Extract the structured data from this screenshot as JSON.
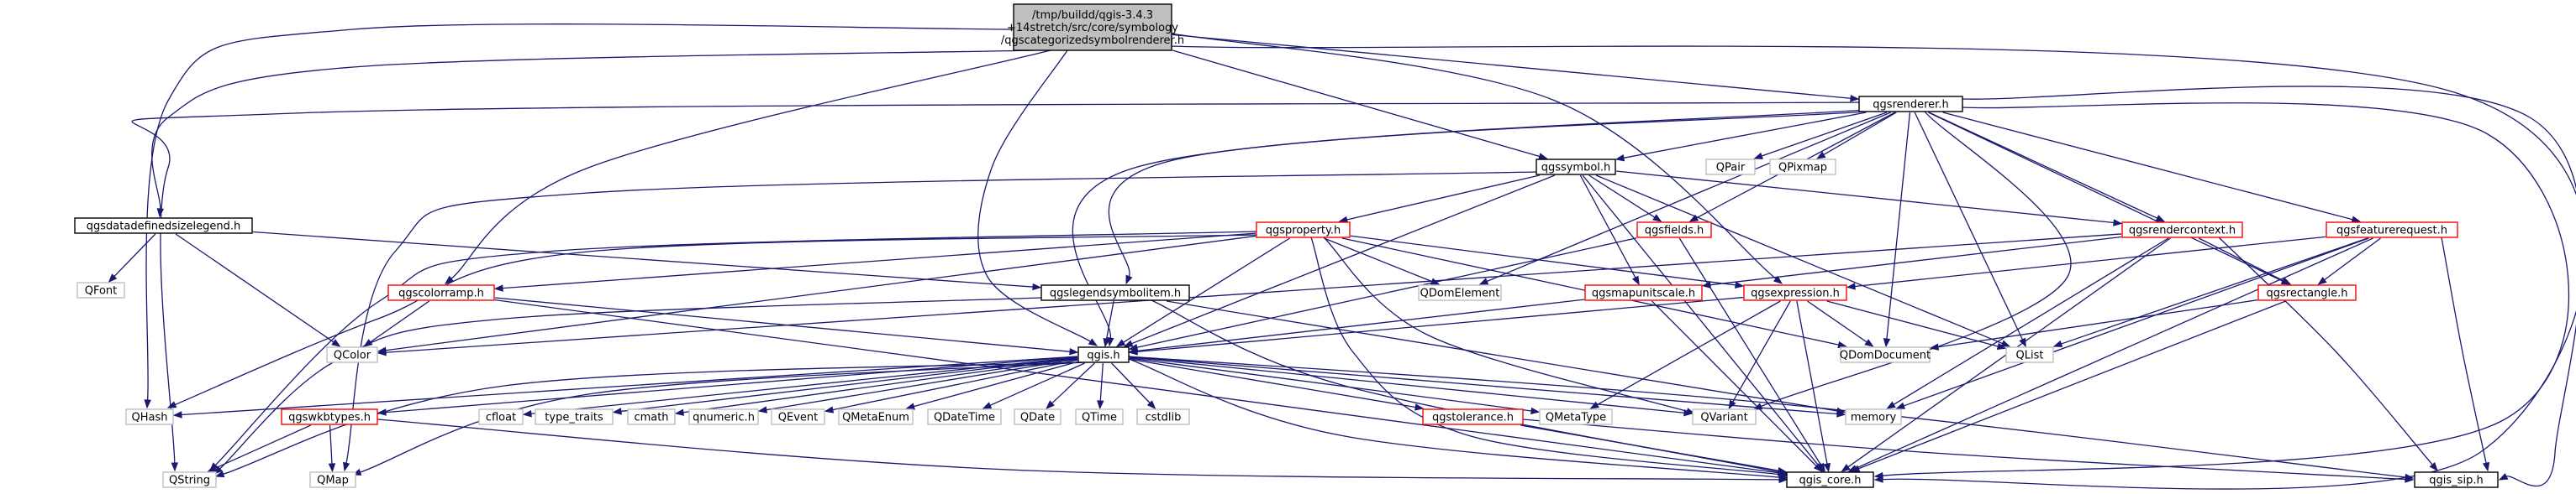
{
  "diagram": {
    "type": "include-dependency-graph",
    "colors": {
      "edge": "#191970",
      "root_fill": "#bfbfbf",
      "root_border": "#000000",
      "documented_border": "#000000",
      "red_border": "#ff0000",
      "external_text": "#000000",
      "external_border": "#bfbfbf",
      "node_fill": "#ffffff"
    },
    "nodes": [
      {
        "id": "root",
        "kind": "root",
        "lines": [
          "/tmp/buildd/qgis-3.4.3",
          "+14stretch/src/core/symbology",
          "/qgscategorizedsymbolrenderer.h"
        ]
      },
      {
        "id": "qgsrenderer",
        "kind": "documented",
        "lines": [
          "qgsrenderer.h"
        ]
      },
      {
        "id": "qgsdatadefinedsizelegend",
        "kind": "documented",
        "lines": [
          "qgsdatadefinedsizelegend.h"
        ]
      },
      {
        "id": "qgssymbol",
        "kind": "documented",
        "lines": [
          "qgssymbol.h"
        ]
      },
      {
        "id": "qpair",
        "kind": "external",
        "lines": [
          "QPair"
        ]
      },
      {
        "id": "qpixmap",
        "kind": "external",
        "lines": [
          "QPixmap"
        ]
      },
      {
        "id": "qgsproperty",
        "kind": "red",
        "lines": [
          "qgsproperty.h"
        ]
      },
      {
        "id": "qgsfields",
        "kind": "red",
        "lines": [
          "qgsfields.h"
        ]
      },
      {
        "id": "qgsrendercontext",
        "kind": "red",
        "lines": [
          "qgsrendercontext.h"
        ]
      },
      {
        "id": "qgsfeaturerequest",
        "kind": "red",
        "lines": [
          "qgsfeaturerequest.h"
        ]
      },
      {
        "id": "qfont",
        "kind": "external",
        "lines": [
          "QFont"
        ]
      },
      {
        "id": "qdomelement",
        "kind": "external",
        "lines": [
          "QDomElement"
        ]
      },
      {
        "id": "qgscolorramp",
        "kind": "red",
        "lines": [
          "qgscolorramp.h"
        ]
      },
      {
        "id": "qgslegendsymbolitem",
        "kind": "documented",
        "lines": [
          "qgslegendsymbolitem.h"
        ]
      },
      {
        "id": "qgsmapunitscale",
        "kind": "red",
        "lines": [
          "qgsmapunitscale.h"
        ]
      },
      {
        "id": "qgsexpression",
        "kind": "red",
        "lines": [
          "qgsexpression.h"
        ]
      },
      {
        "id": "qgsrectangle",
        "kind": "red",
        "lines": [
          "qgsrectangle.h"
        ]
      },
      {
        "id": "qcolor",
        "kind": "external",
        "lines": [
          "QColor"
        ]
      },
      {
        "id": "qgis",
        "kind": "documented",
        "lines": [
          "qgis.h"
        ]
      },
      {
        "id": "qdomdocument",
        "kind": "external",
        "lines": [
          "QDomDocument"
        ]
      },
      {
        "id": "qlist",
        "kind": "external",
        "lines": [
          "QList"
        ]
      },
      {
        "id": "qhash",
        "kind": "external",
        "lines": [
          "QHash"
        ]
      },
      {
        "id": "qgswkbtypes",
        "kind": "red",
        "lines": [
          "qgswkbtypes.h"
        ]
      },
      {
        "id": "cfloat",
        "kind": "external",
        "lines": [
          "cfloat"
        ]
      },
      {
        "id": "type_traits",
        "kind": "external",
        "lines": [
          "type_traits"
        ]
      },
      {
        "id": "cmath",
        "kind": "external",
        "lines": [
          "cmath"
        ]
      },
      {
        "id": "qnumeric",
        "kind": "external",
        "lines": [
          "qnumeric.h"
        ]
      },
      {
        "id": "qevent",
        "kind": "external",
        "lines": [
          "QEvent"
        ]
      },
      {
        "id": "qmetaenum",
        "kind": "external",
        "lines": [
          "QMetaEnum"
        ]
      },
      {
        "id": "qdatetime",
        "kind": "external",
        "lines": [
          "QDateTime"
        ]
      },
      {
        "id": "qdate",
        "kind": "external",
        "lines": [
          "QDate"
        ]
      },
      {
        "id": "qtime",
        "kind": "external",
        "lines": [
          "QTime"
        ]
      },
      {
        "id": "cstdlib",
        "kind": "external",
        "lines": [
          "cstdlib"
        ]
      },
      {
        "id": "qgstolerance",
        "kind": "red",
        "lines": [
          "qgstolerance.h"
        ]
      },
      {
        "id": "qmetatype",
        "kind": "external",
        "lines": [
          "QMetaType"
        ]
      },
      {
        "id": "qvariant",
        "kind": "external",
        "lines": [
          "QVariant"
        ]
      },
      {
        "id": "memory",
        "kind": "external",
        "lines": [
          "memory"
        ]
      },
      {
        "id": "qstring",
        "kind": "external",
        "lines": [
          "QString"
        ]
      },
      {
        "id": "qmap",
        "kind": "external",
        "lines": [
          "QMap"
        ]
      },
      {
        "id": "qgis_core",
        "kind": "documented",
        "lines": [
          "qgis_core.h"
        ]
      },
      {
        "id": "qgis_sip",
        "kind": "documented",
        "lines": [
          "qgis_sip.h"
        ]
      }
    ],
    "edges": [
      [
        "root",
        "qgsrenderer"
      ],
      [
        "root",
        "qgsdatadefinedsizelegend"
      ],
      [
        "root",
        "qgssymbol"
      ],
      [
        "root",
        "qgscolorramp"
      ],
      [
        "root",
        "qgsexpression"
      ],
      [
        "root",
        "qgis"
      ],
      [
        "root",
        "qgis_core"
      ],
      [
        "root",
        "qhash"
      ],
      [
        "qgsrenderer",
        "qgssymbol"
      ],
      [
        "qgsrenderer",
        "qpair"
      ],
      [
        "qgsrenderer",
        "qpixmap"
      ],
      [
        "qgsrenderer",
        "qgsfields"
      ],
      [
        "qgsrenderer",
        "qgsrendercontext"
      ],
      [
        "qgsrenderer",
        "qgsfeaturerequest"
      ],
      [
        "qgsrenderer",
        "qgslegendsymbolitem"
      ],
      [
        "qgsrenderer",
        "qdomelement"
      ],
      [
        "qgsrenderer",
        "qdomdocument"
      ],
      [
        "qgsrenderer",
        "qlist"
      ],
      [
        "qgsrenderer",
        "qgsrectangle"
      ],
      [
        "qgsrenderer",
        "qvariant"
      ],
      [
        "qgsrenderer",
        "qgis"
      ],
      [
        "qgsrenderer",
        "qgis_core"
      ],
      [
        "qgsrenderer",
        "qgis_sip"
      ],
      [
        "qgsrenderer",
        "qstring"
      ],
      [
        "qgsdatadefinedsizelegend",
        "qfont"
      ],
      [
        "qgsdatadefinedsizelegend",
        "qcolor"
      ],
      [
        "qgsdatadefinedsizelegend",
        "qgslegendsymbolitem"
      ],
      [
        "qgssymbol",
        "qgsproperty"
      ],
      [
        "qgssymbol",
        "qgsfields"
      ],
      [
        "qgssymbol",
        "qgsrendercontext"
      ],
      [
        "qgssymbol",
        "qgsmapunitscale"
      ],
      [
        "qgssymbol",
        "qgis"
      ],
      [
        "qgssymbol",
        "qgis_core"
      ],
      [
        "qgssymbol",
        "qmap"
      ],
      [
        "qgssymbol",
        "qlist"
      ],
      [
        "qgsproperty",
        "qgscolorramp"
      ],
      [
        "qgsproperty",
        "qgsexpression"
      ],
      [
        "qgsproperty",
        "qdomelement"
      ],
      [
        "qgsproperty",
        "qdomdocument"
      ],
      [
        "qgsproperty",
        "qcolor"
      ],
      [
        "qgsproperty",
        "qgis"
      ],
      [
        "qgsproperty",
        "qvariant"
      ],
      [
        "qgsproperty",
        "qgis_core"
      ],
      [
        "qgsproperty",
        "qstring"
      ],
      [
        "qgsproperty",
        "qhash"
      ],
      [
        "qgsfields",
        "qgis"
      ],
      [
        "qgsfields",
        "qgis_core"
      ],
      [
        "qgsrendercontext",
        "qgsmapunitscale"
      ],
      [
        "qgsrendercontext",
        "qgsrectangle"
      ],
      [
        "qgsrendercontext",
        "qgis_core"
      ],
      [
        "qgsrendercontext",
        "qgis_sip"
      ],
      [
        "qgsrendercontext",
        "qcolor"
      ],
      [
        "qgsrendercontext",
        "memory"
      ],
      [
        "qgsfeaturerequest",
        "qgsexpression"
      ],
      [
        "qgsfeaturerequest",
        "qgsrectangle"
      ],
      [
        "qgsfeaturerequest",
        "qlist"
      ],
      [
        "qgsfeaturerequest",
        "memory"
      ],
      [
        "qgsfeaturerequest",
        "qgis_core"
      ],
      [
        "qgsfeaturerequest",
        "qgis_sip"
      ],
      [
        "qgscolorramp",
        "qcolor"
      ],
      [
        "qgscolorramp",
        "qgis"
      ],
      [
        "qgscolorramp",
        "qgis_core"
      ],
      [
        "qgslegendsymbolitem",
        "qgis"
      ],
      [
        "qgslegendsymbolitem",
        "qgis_core"
      ],
      [
        "qgslegendsymbolitem",
        "qstring"
      ],
      [
        "qgslegendsymbolitem",
        "memory"
      ],
      [
        "qgsmapunitscale",
        "qgis"
      ],
      [
        "qgsmapunitscale",
        "qgis_core"
      ],
      [
        "qgsexpression",
        "qgis"
      ],
      [
        "qgsexpression",
        "qdomdocument"
      ],
      [
        "qgsexpression",
        "qlist"
      ],
      [
        "qgsexpression",
        "qmetatype"
      ],
      [
        "qgsexpression",
        "qvariant"
      ],
      [
        "qgsexpression",
        "qgis_core"
      ],
      [
        "qgsrectangle",
        "qdomdocument"
      ],
      [
        "qgsrectangle",
        "qgis_core"
      ],
      [
        "qgis",
        "qhash"
      ],
      [
        "qgis",
        "qgswkbtypes"
      ],
      [
        "qgis",
        "cfloat"
      ],
      [
        "qgis",
        "type_traits"
      ],
      [
        "qgis",
        "cmath"
      ],
      [
        "qgis",
        "qnumeric"
      ],
      [
        "qgis",
        "qevent"
      ],
      [
        "qgis",
        "qmetaenum"
      ],
      [
        "qgis",
        "qdatetime"
      ],
      [
        "qgis",
        "qdate"
      ],
      [
        "qgis",
        "qtime"
      ],
      [
        "qgis",
        "cstdlib"
      ],
      [
        "qgis",
        "qgstolerance"
      ],
      [
        "qgis",
        "qmetatype"
      ],
      [
        "qgis",
        "qvariant"
      ],
      [
        "qgis",
        "memory"
      ],
      [
        "qgis",
        "qstring"
      ],
      [
        "qgis",
        "qmap"
      ],
      [
        "qgis",
        "qgis_core"
      ],
      [
        "qgis",
        "qgis_sip"
      ],
      [
        "qgswkbtypes",
        "qstring"
      ],
      [
        "qgswkbtypes",
        "qmap"
      ],
      [
        "qgswkbtypes",
        "qgis_core"
      ],
      [
        "qgstolerance",
        "qgis_core"
      ],
      [
        "qgstolerance",
        "qgis_sip"
      ]
    ]
  }
}
